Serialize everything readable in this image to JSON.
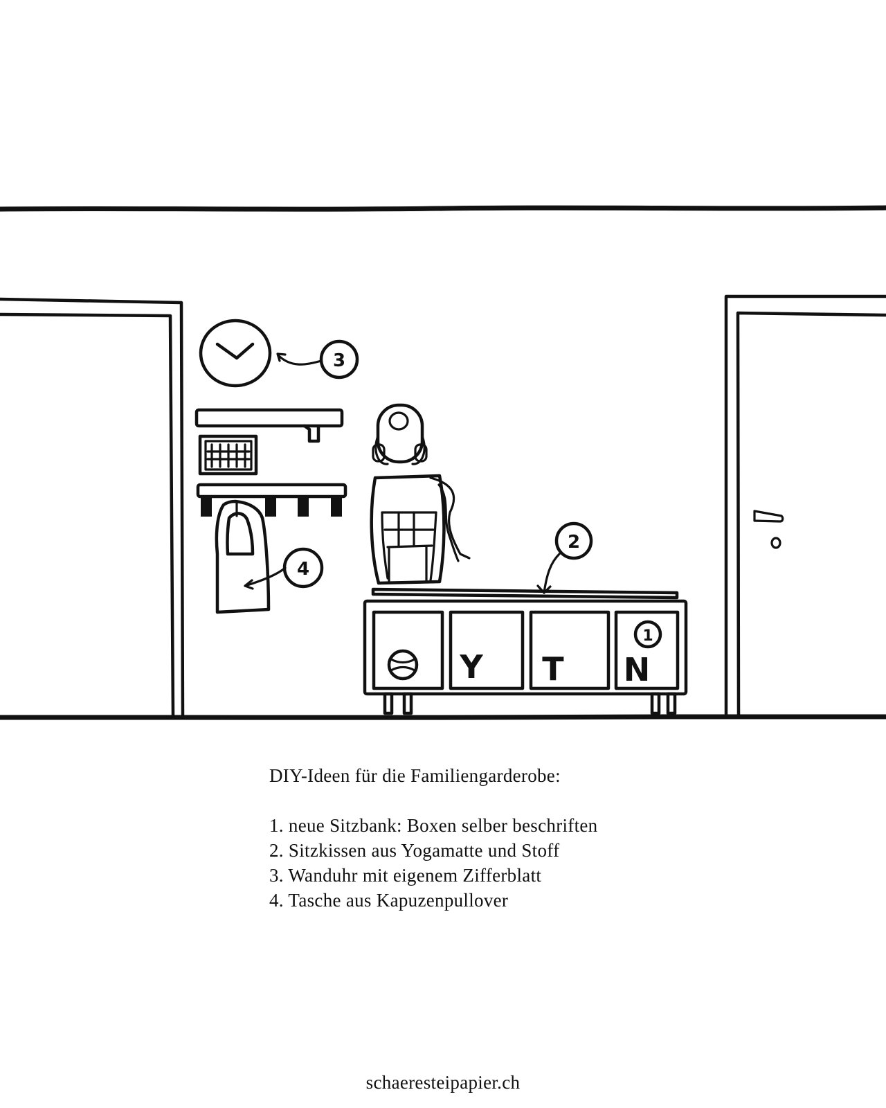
{
  "illustration": {
    "callouts": [
      "1",
      "2",
      "3",
      "4"
    ],
    "box_letters": [
      "Y",
      "T",
      "N"
    ],
    "icons": {
      "clock": "wall-clock-icon",
      "box_ball": "ball-icon",
      "door_handle": "door-handle-icon"
    }
  },
  "caption": {
    "title": "DIY-Ideen für die Familiengarderobe:",
    "items": [
      "1. neue Sitzbank: Boxen selber beschriften",
      "2. Sitzkissen aus Yogamatte und Stoff",
      "3. Wanduhr mit eigenem Zifferblatt",
      "4. Tasche aus Kapuzenpullover"
    ]
  },
  "footer": {
    "site": "schaeresteipapier.ch"
  }
}
